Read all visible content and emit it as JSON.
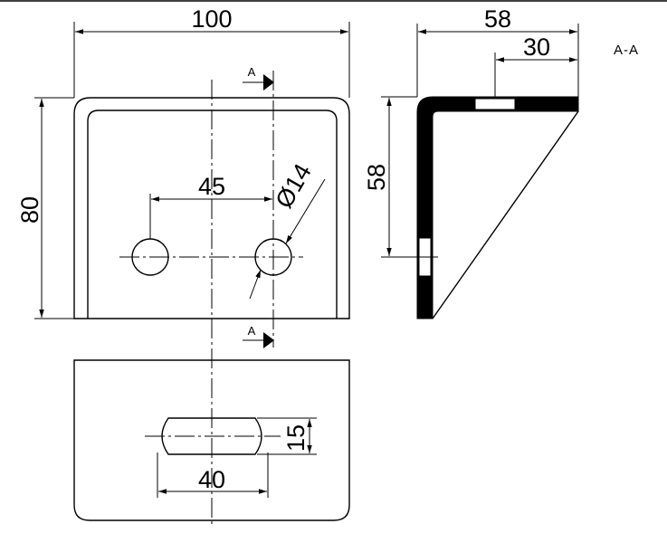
{
  "section_label": "A-A",
  "cut_marker": "A",
  "front_view": {
    "width": "100",
    "height": "80",
    "hole_spacing": "45",
    "hole_diameter": "Ø14"
  },
  "side_view": {
    "flange_width": "58",
    "hole_offset": "30",
    "leg_height": "58"
  },
  "bottom_view": {
    "slot_length": "40",
    "slot_width": "15"
  }
}
